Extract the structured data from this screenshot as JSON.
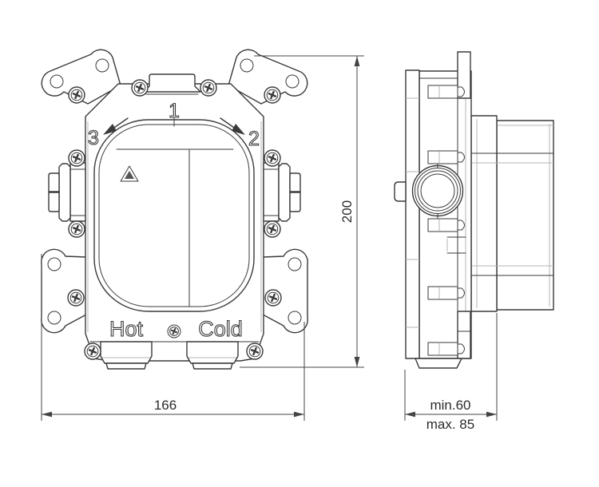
{
  "front_view": {
    "label_top_outlet": "1",
    "label_right_outlet": "2",
    "label_left_outlet": "3",
    "label_hot": "Hot",
    "label_cold": "Cold",
    "symbol": "recycling-triangle-icon"
  },
  "dimensions": {
    "width": "166",
    "height": "200",
    "depth_min": "min.60",
    "depth_max": "max. 85"
  },
  "colors": {
    "line": "#3a3a3a",
    "dimension": "#444444",
    "light_line": "#b5b5b5",
    "background": "#ffffff"
  }
}
